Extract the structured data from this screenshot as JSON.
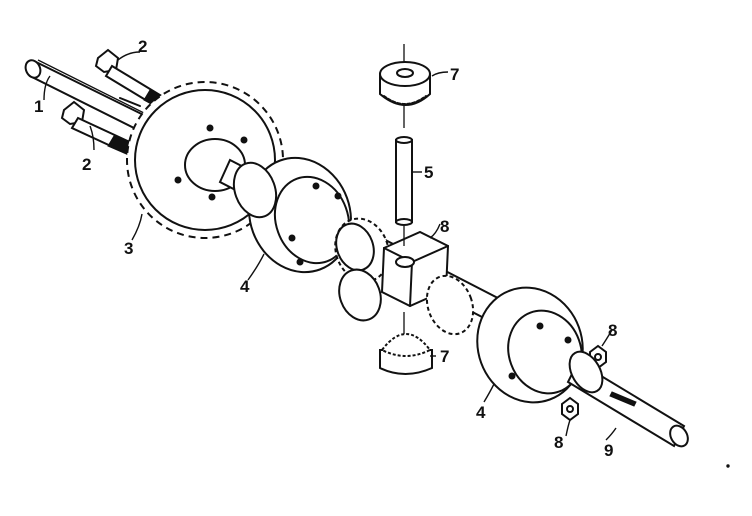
{
  "callouts": {
    "shaft": "1",
    "bolt_upper": "2",
    "bolt_lower": "2",
    "sprocket": "3",
    "housing_left": "4",
    "housing_right": "4",
    "pinion_gear_top": "7",
    "pinion_gear_bottom": "7",
    "pin": "5",
    "spider_block": "8",
    "nut_upper": "8",
    "nut_lower": "8",
    "axle": "9"
  }
}
